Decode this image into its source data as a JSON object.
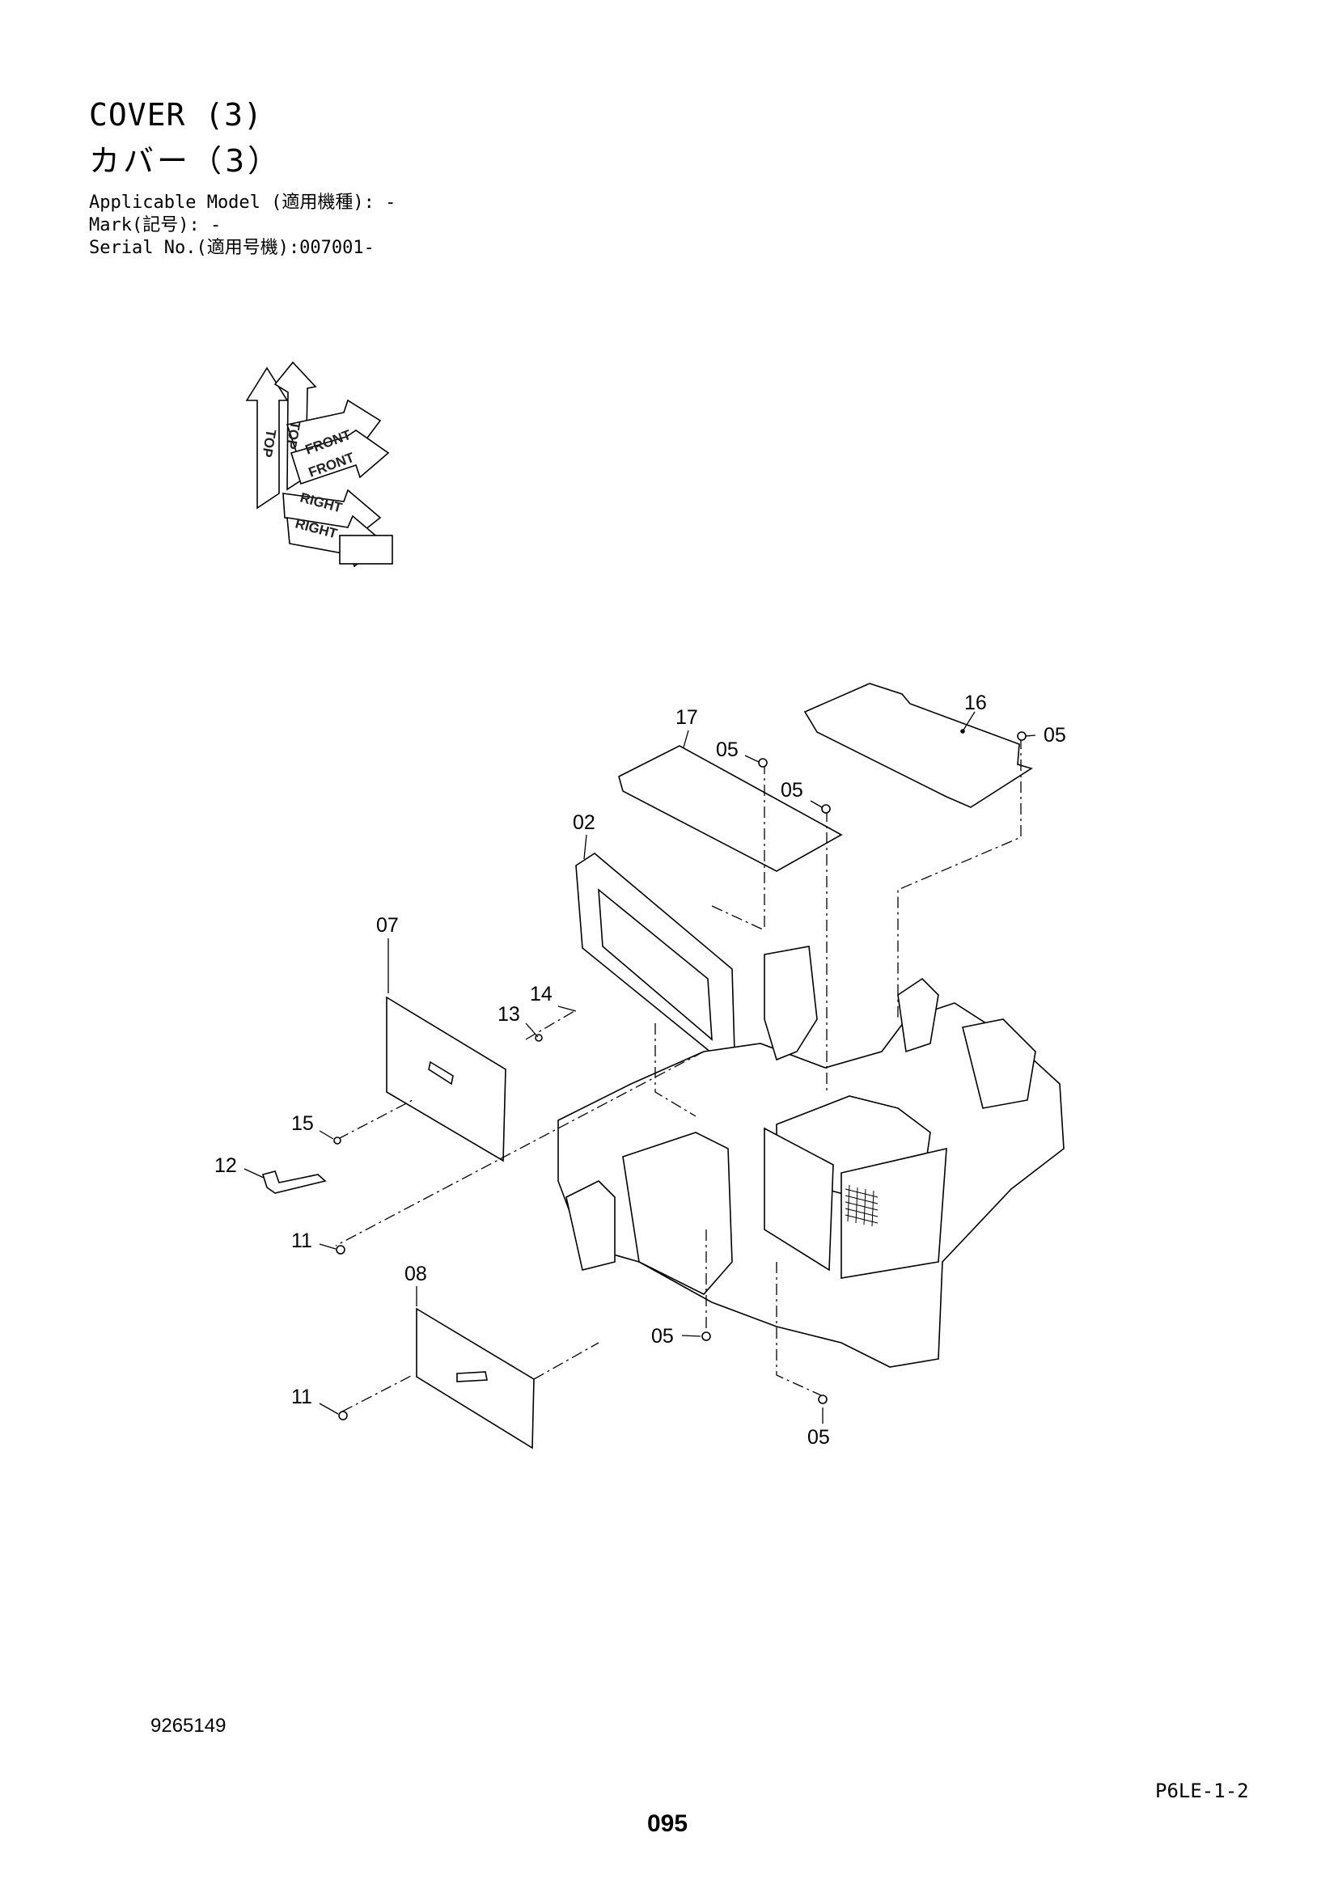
{
  "header": {
    "title_en": "COVER (3)",
    "title_jp": "カバー（3）",
    "applicable_model": "Applicable Model (適用機種): -",
    "mark": "Mark(記号): -",
    "serial_no": "Serial No.(適用号機):007001-"
  },
  "orientation": {
    "top": "TOP",
    "front": "FRONT",
    "right": "RIGHT"
  },
  "callouts": {
    "c17": "17",
    "c16": "16",
    "c05_a": "05",
    "c05_b": "05",
    "c05_c": "05",
    "c02": "02",
    "c07": "07",
    "c14": "14",
    "c13": "13",
    "c15": "15",
    "c12": "12",
    "c11_a": "11",
    "c08": "08",
    "c05_d": "05",
    "c11_b": "11",
    "c05_e": "05"
  },
  "footer": {
    "part_number": "9265149",
    "reference": "P6LE-1-2",
    "page_number": "095"
  }
}
